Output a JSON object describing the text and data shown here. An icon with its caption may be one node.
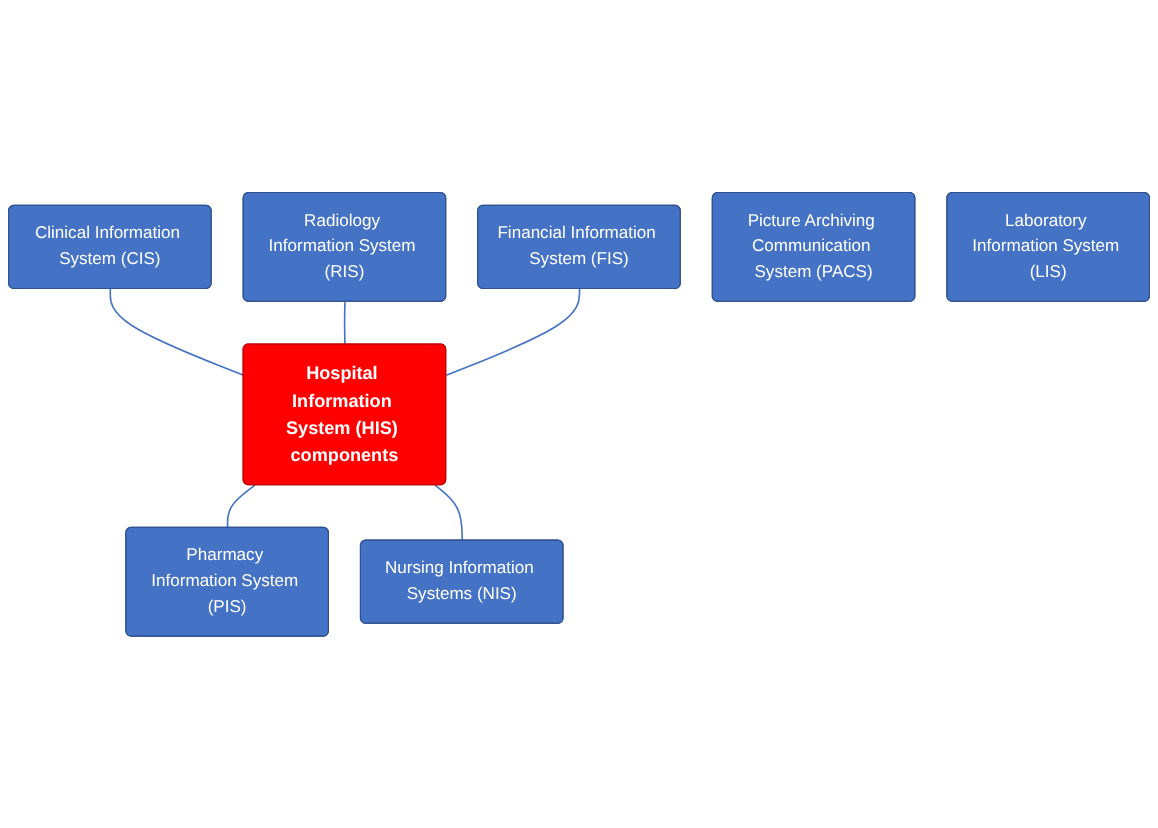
{
  "diagram": {
    "nodes": [
      {
        "text": [
          "Hospital Information System (HIS) components"
        ]
      },
      {
        "text": [
          "Clinical Information System (CIS)"
        ]
      },
      {
        "text": [
          "Radiology Information System (RIS)"
        ]
      },
      {
        "text": [
          "Financial Information System (FIS)"
        ]
      },
      {
        "text": [
          "Picture Archiving Communication System (PACS)"
        ]
      },
      {
        "text": [
          "Laboratory Information System (LIS)"
        ]
      },
      {
        "text": [
          "Pharmacy Information System (PIS)"
        ]
      },
      {
        "text": [
          "Nursing Information Systems (NIS)"
        ]
      }
    ],
    "edges": [
      {
        "from": 1,
        "to": 0,
        "arrow": "none"
      },
      {
        "from": 2,
        "to": 0,
        "arrow": "none"
      },
      {
        "from": 3,
        "to": 0,
        "arrow": "none"
      },
      {
        "from": 0,
        "to": 6,
        "arrow": "none"
      },
      {
        "from": 0,
        "to": 7,
        "arrow": "none"
      }
    ]
  }
}
